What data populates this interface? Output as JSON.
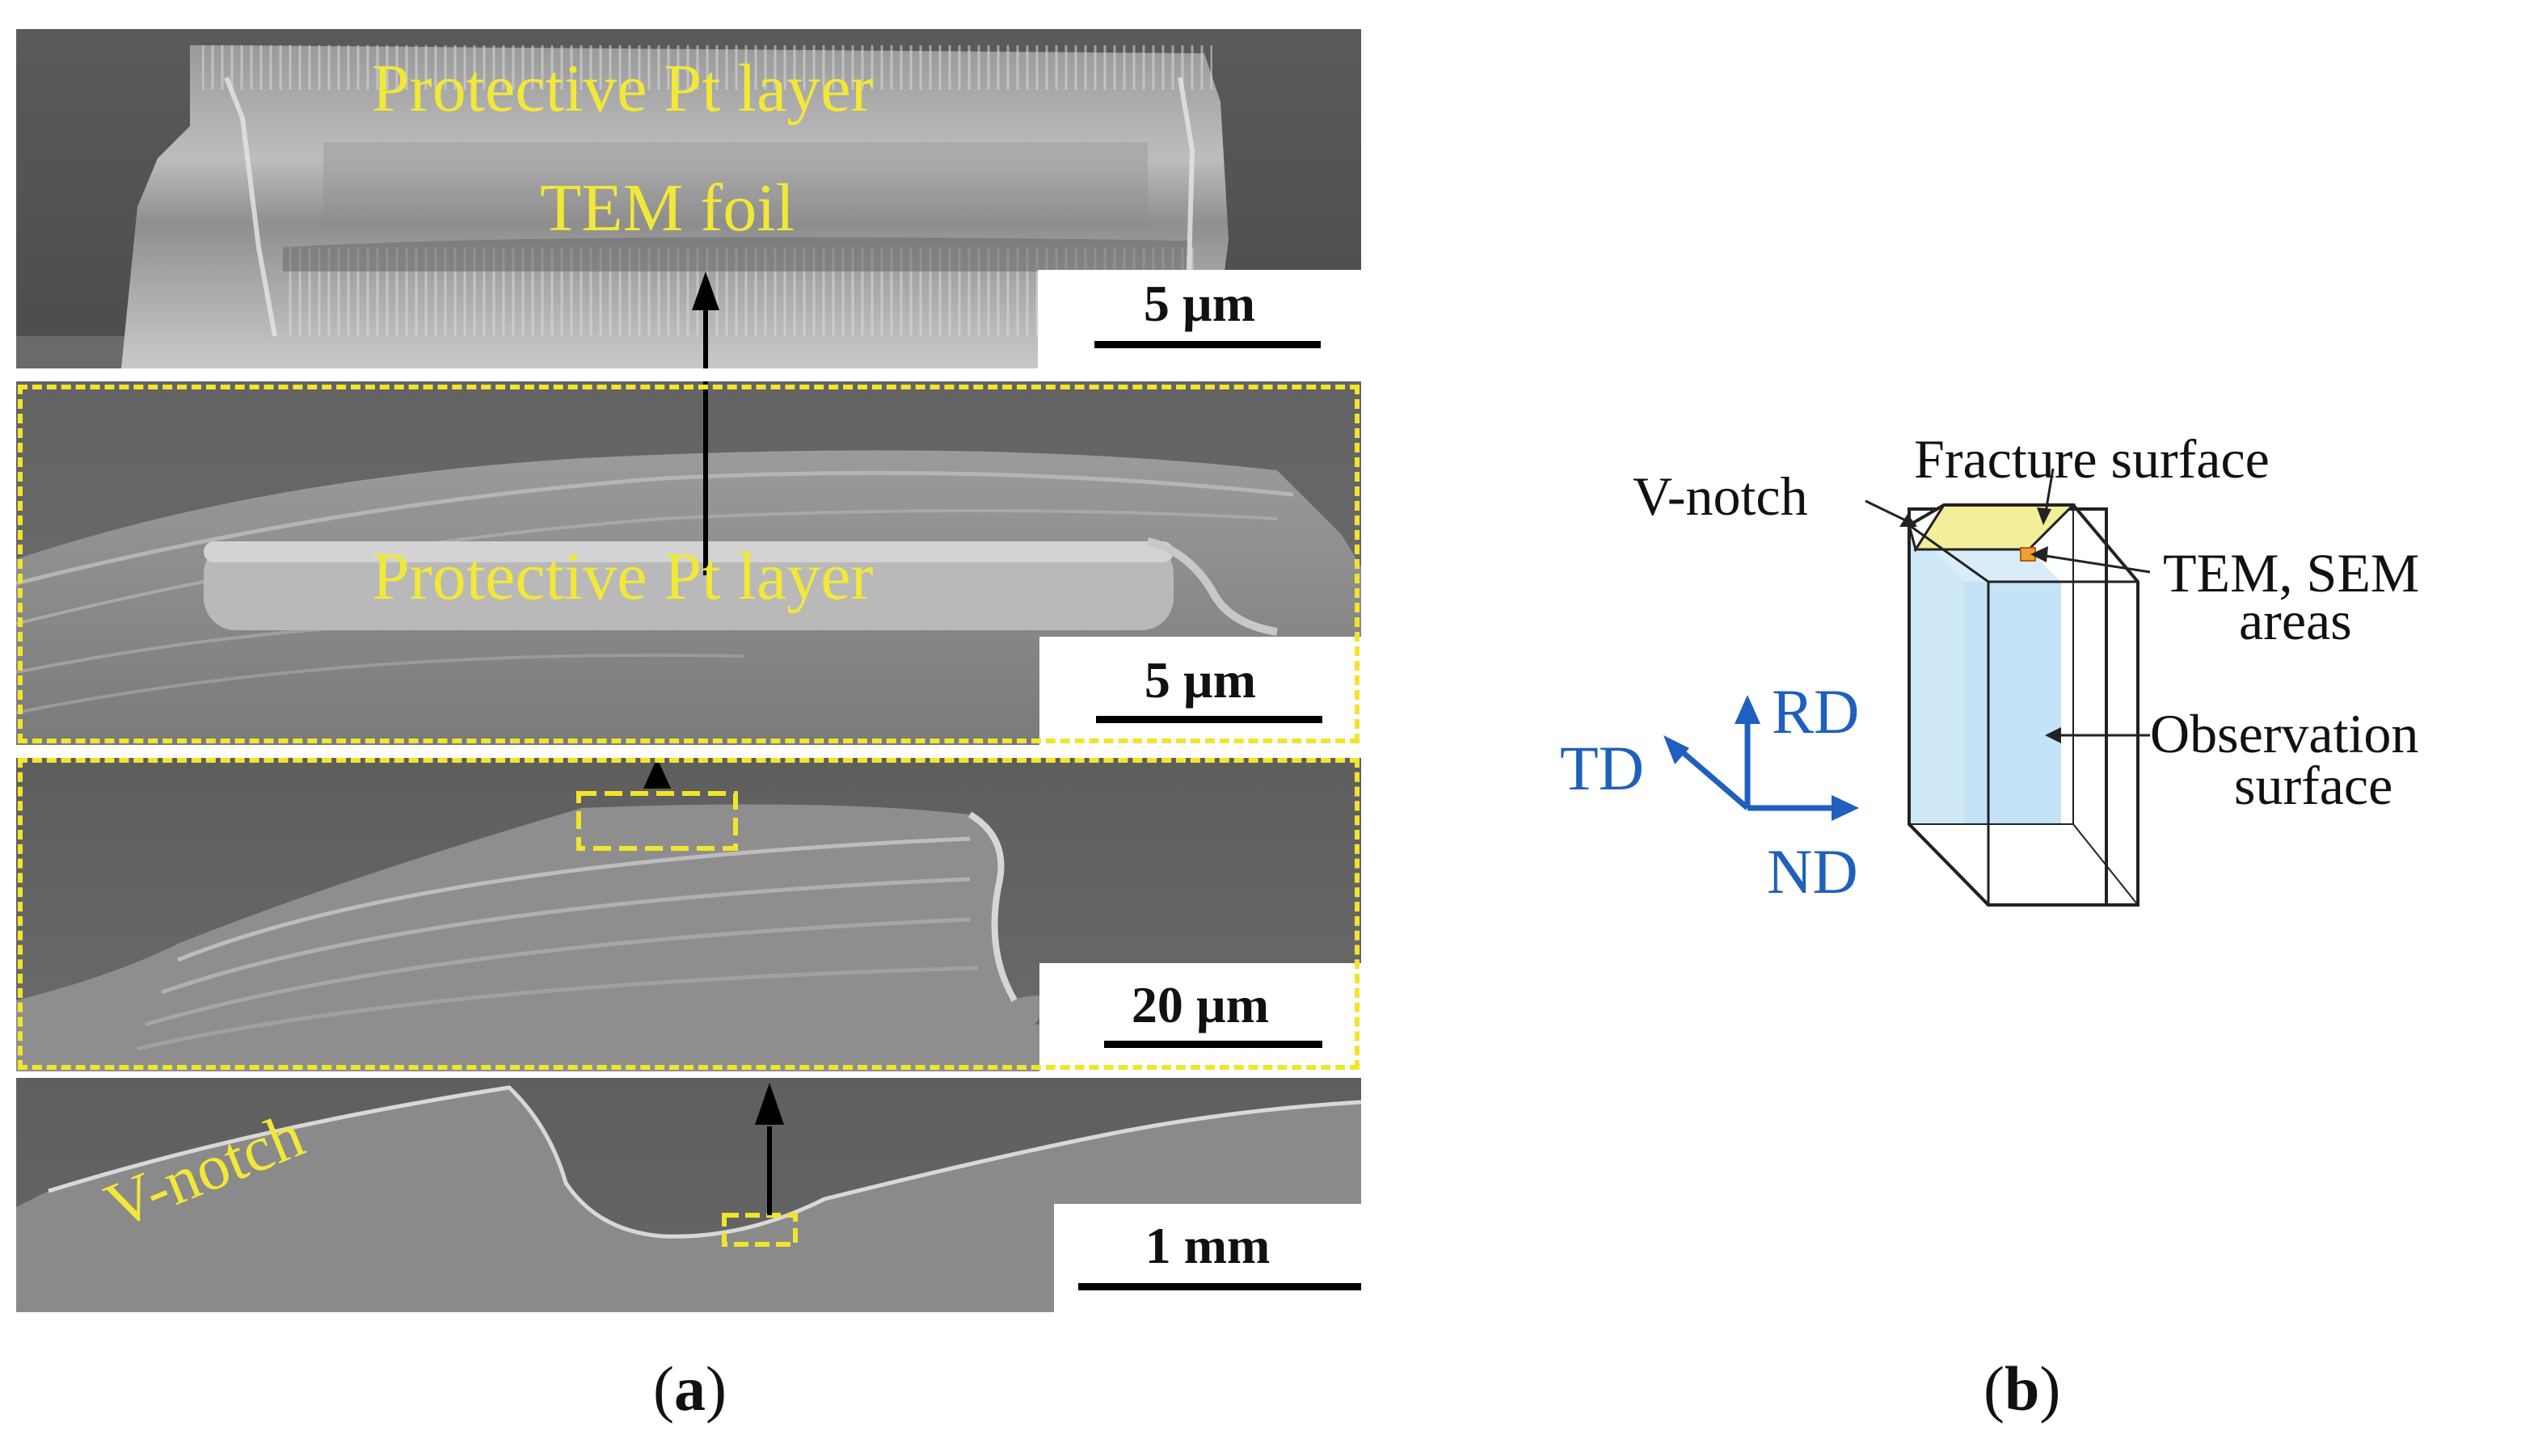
{
  "panel_a": {
    "caption_letter": "a",
    "top": {
      "label_1": "Protective Pt layer",
      "label_2": "TEM foil",
      "scale": "5 µm"
    },
    "second": {
      "label": "Protective Pt layer",
      "scale": "5 µm"
    },
    "third": {
      "scale": "20 µm"
    },
    "bottom": {
      "label": "V-notch",
      "scale": "1 mm"
    }
  },
  "panel_b": {
    "caption_letter": "b",
    "labels": {
      "fracture_surface": "Fracture surface",
      "v_notch": "V-notch",
      "tem_sem_line1": "TEM, SEM",
      "tem_sem_line2": "areas",
      "observation_line1": "Observation",
      "observation_line2": "surface"
    },
    "axes": {
      "rd": "RD",
      "td": "TD",
      "nd": "ND"
    }
  },
  "colors": {
    "annotation_yellow": "#f2e838",
    "axis_blue": "#1f5fbf",
    "observation_fill": "#bfe0f5",
    "fracture_fill": "#f3ee9a"
  }
}
